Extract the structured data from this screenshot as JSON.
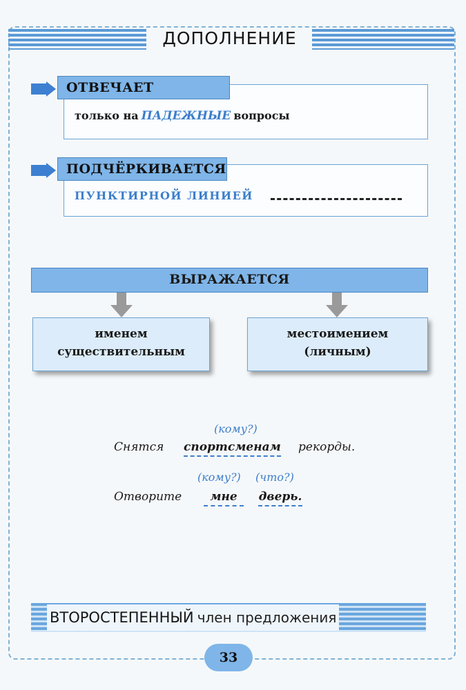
{
  "header": {
    "title": "ДОПОЛНЕНИЕ"
  },
  "answers": {
    "label": "ОТВЕЧАЕТ",
    "text_before": "только на",
    "highlight": "ПАДЕЖНЫЕ",
    "text_after": "вопросы"
  },
  "underlined": {
    "label": "ПОДЧЁРКИВАЕТСЯ",
    "text": "ПУНКТИРНОЙ ЛИНИЕЙ"
  },
  "expressed": {
    "label": "ВЫРАЖАЕТСЯ",
    "options": [
      {
        "line1": "именем",
        "line2": "существительным"
      },
      {
        "line1": "местоимением",
        "line2": "(личным)"
      }
    ]
  },
  "examples": [
    {
      "before": "Снятся",
      "object": "спортсменам",
      "after": "рекорды.",
      "question": "(кому?)"
    },
    {
      "before": "Отворите",
      "objects": [
        "мне",
        "дверь."
      ],
      "questions": [
        "(кому?)",
        "(что?)"
      ]
    }
  ],
  "footer": {
    "title_big": "ВТОРОСТЕПЕННЫЙ",
    "title_small": "член предложения",
    "page_number": "33"
  },
  "colors": {
    "accent_blue": "#7fb5e8",
    "highlight_text": "#3c7ecb",
    "arrow_gray": "#9a9a9a"
  }
}
